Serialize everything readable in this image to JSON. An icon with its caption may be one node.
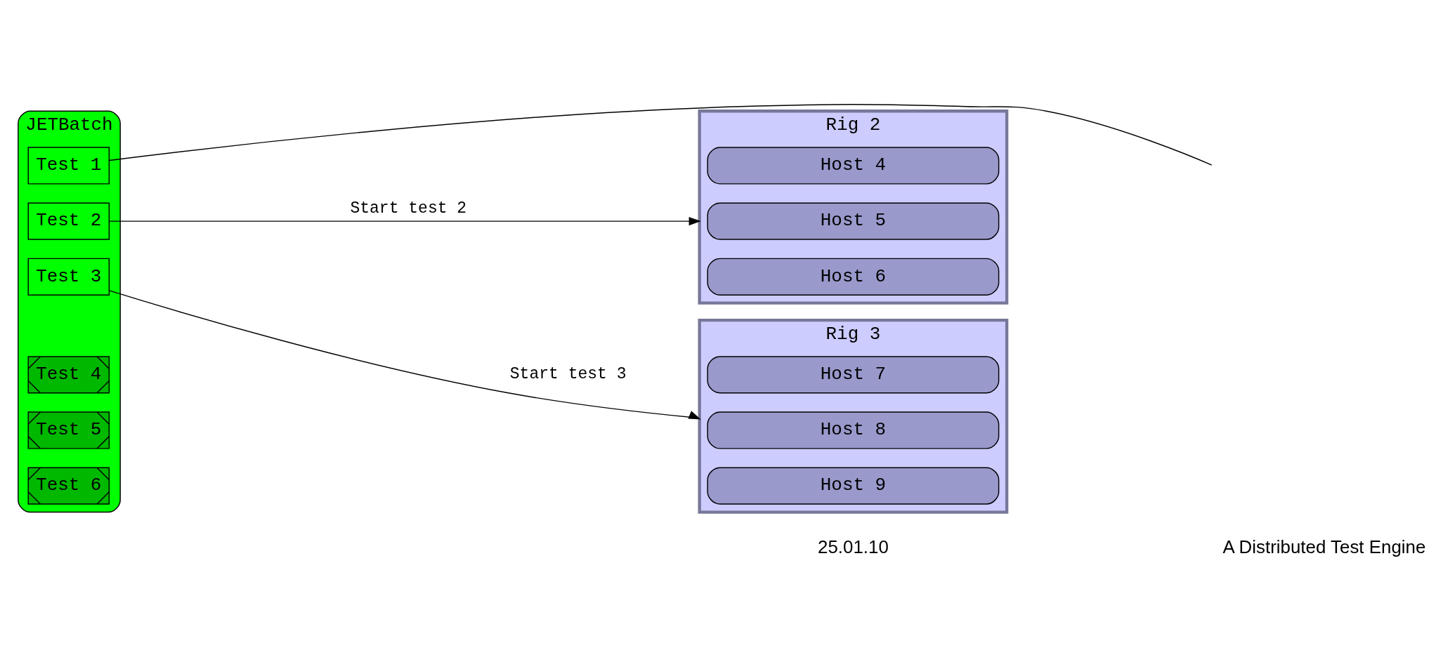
{
  "diagram": {
    "nodes": [
      {
        "text": [
          "JETBatch"
        ]
      },
      {
        "text": [
          "Test 1"
        ],
        "in": 0
      },
      {
        "text": [
          "Test 2"
        ],
        "in": 0
      },
      {
        "text": [
          "Test 3"
        ],
        "in": 0
      },
      {
        "text": [
          "Test 4"
        ],
        "in": 0
      },
      {
        "text": [
          "Test 5"
        ],
        "in": 0
      },
      {
        "text": [
          "Test 6"
        ],
        "in": 0
      },
      {
        "text": [
          "Rig 2"
        ]
      },
      {
        "text": [
          "Host 4"
        ],
        "in": 7
      },
      {
        "text": [
          "Host 5"
        ],
        "in": 7
      },
      {
        "text": [
          "Host 6"
        ],
        "in": 7
      },
      {
        "text": [
          "Rig 3"
        ]
      },
      {
        "text": [
          "Host 7"
        ],
        "in": 11
      },
      {
        "text": [
          "Host 8"
        ],
        "in": 11
      },
      {
        "text": [
          "Host 9"
        ],
        "in": 11
      }
    ],
    "edges": [
      {
        "from": 1,
        "to": null,
        "arrow": "none"
      },
      {
        "from": 2,
        "to": 7,
        "arrow": "to",
        "label": "Start test 2"
      },
      {
        "from": 3,
        "to": 11,
        "arrow": "to",
        "label": "Start test 3"
      }
    ],
    "labels": [
      "25.01.10",
      "A Distributed Test Engine"
    ]
  }
}
